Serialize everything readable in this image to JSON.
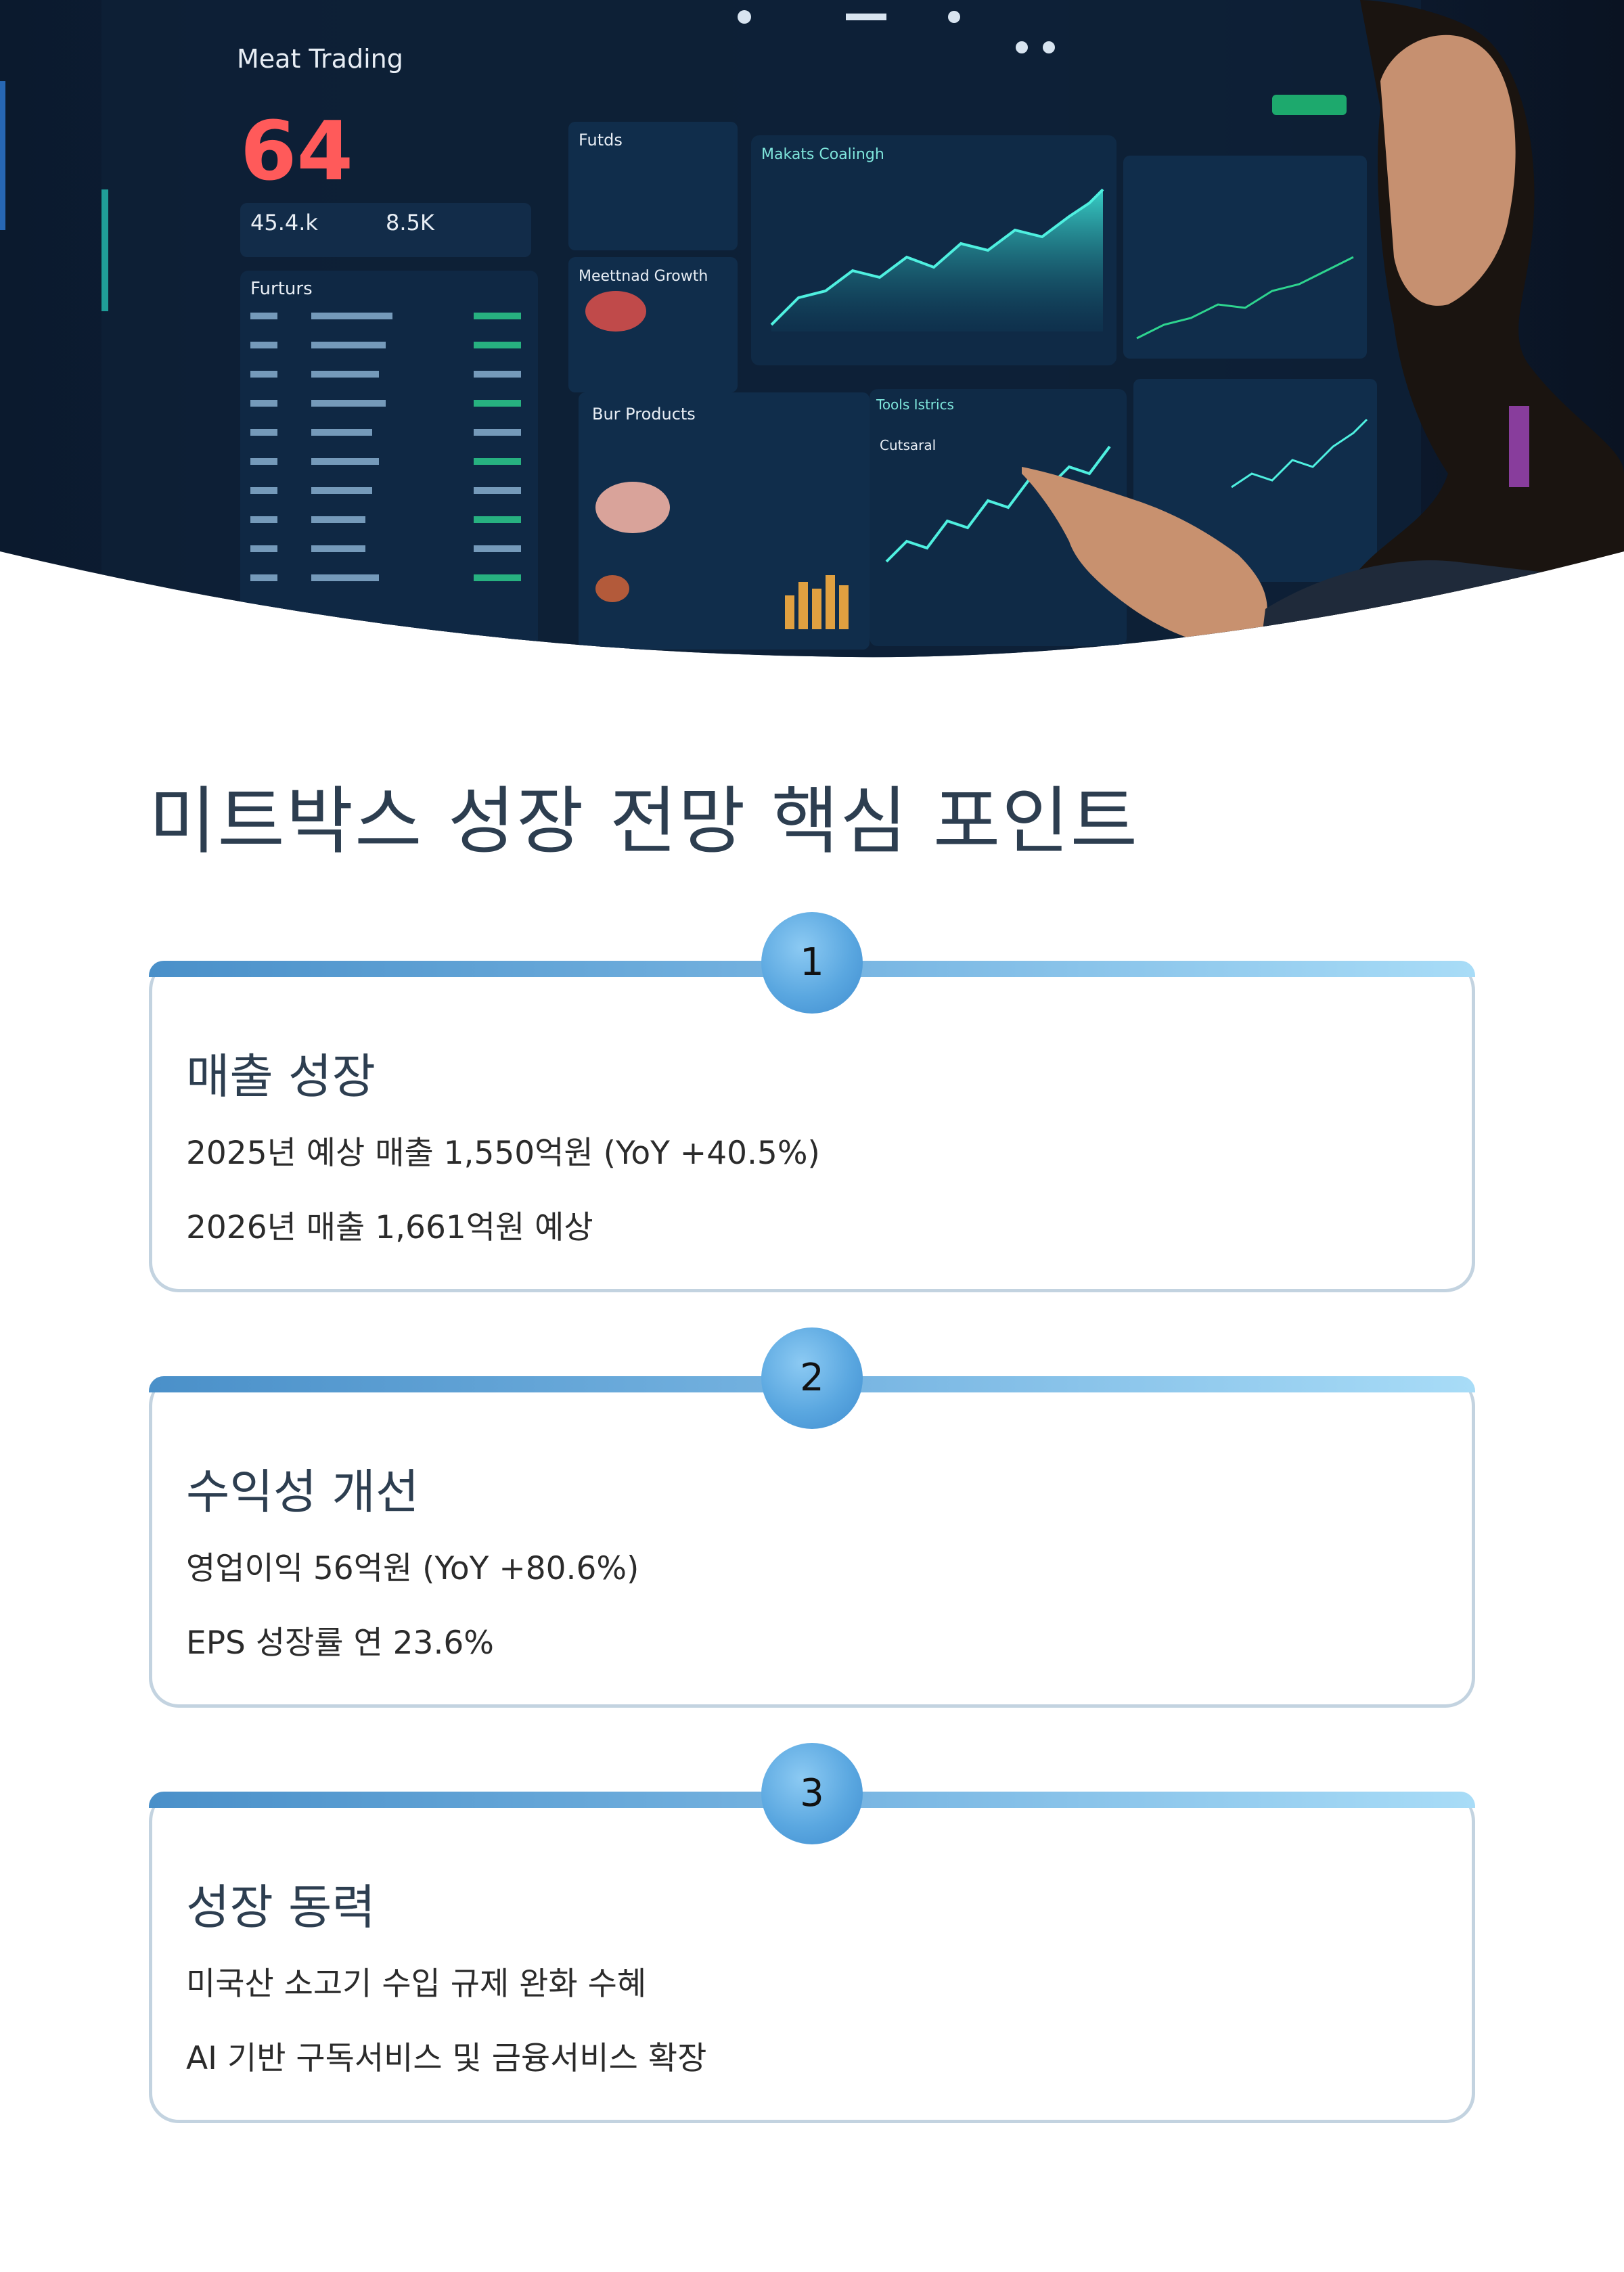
{
  "hero": {
    "image_alt": "Person pointing at a meat trading analytics dashboard on a large screen",
    "dashboard_title": "Meat Trading",
    "big_metric": "64",
    "metric_a": "45.4.k",
    "metric_b": "8.5K",
    "panel_futures": "Furturs",
    "panel_funds": "Futds",
    "panel_markets": "Makats Coalingh",
    "panel_growth": "Meettnad Growth",
    "panel_products": "Bur Products",
    "panel_tools": "Tools Istrics",
    "panel_cossetal": "Cutsaral",
    "accent_color": "#29d4c4",
    "alert_color": "#ff5a5a"
  },
  "page": {
    "title": "미트박스 성장 전망 핵심 포인트"
  },
  "cards": [
    {
      "number": "1",
      "heading": "매출 성장",
      "lines": [
        "2025년 예상 매출 1,550억원 (YoY +40.5%)",
        "2026년 매출 1,661억원 예상"
      ]
    },
    {
      "number": "2",
      "heading": "수익성 개선",
      "lines": [
        "영업이익 56억원 (YoY +80.6%)",
        "EPS 성장률 연 23.6%"
      ]
    },
    {
      "number": "3",
      "heading": "성장 동력",
      "lines": [
        "미국산 소고기 수입 규제 완화 수혜",
        "AI 기반 구독서비스 및 금융서비스 확장"
      ]
    }
  ],
  "colors": {
    "bar_start": "#4a90c9",
    "bar_end": "#a8dcf7",
    "badge": "#5aa7e0",
    "card_border": "#c3d3e0",
    "title": "#2d3e50"
  }
}
